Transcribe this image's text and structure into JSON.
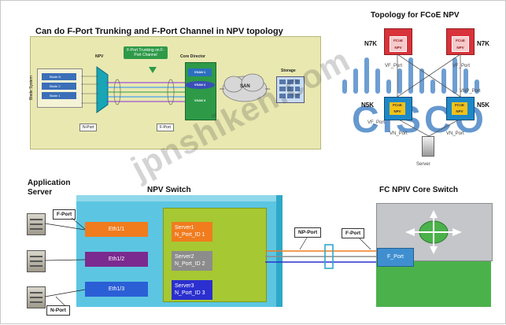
{
  "top_left": {
    "title": "Can do F-Port Trunking and F-Port Channel  in NPV topology",
    "blade_system_label": "Blade System",
    "npv_label": "NPV",
    "blades": [
      "Blade N",
      "Blade 2",
      "Blade 1"
    ],
    "callout": "F-Port Trunking on F-Port Channel",
    "core_director_label": "Core Director",
    "vsans": [
      "VSAN 1",
      "VSAN 2",
      "VSAN 3"
    ],
    "san_label": "SAN",
    "storage_label": "Storage",
    "nport_label": "N-Port",
    "fport_label": "F-Port"
  },
  "top_right": {
    "title": "Topology for FCoE NPV",
    "n7k_left": "N7K",
    "n7k_right": "N7K",
    "fcoe_npv": "FCoE NPV",
    "vf_port_left": "VF_Port",
    "vf_port_right": "VF_Port",
    "vnp_port_right": "VNP_Port",
    "n5k_left": "N5K",
    "n5k_right": "N5K",
    "fcoe_npv_n5k": "FCoE NPV",
    "vf_port_lower_left": "VF_Port",
    "vn_port_left": "VN_Port",
    "vn_port_right": "VN_Port",
    "server_label": "Server",
    "logo": "CISCO"
  },
  "bottom": {
    "app_server_title": "Application Server",
    "npv_switch_title": "NPV Switch",
    "core_switch_title": "FC NPIV Core Switch",
    "fport_tag": "F-Port",
    "nport_tag": "N-Port",
    "np_port_tag": "NP-Port",
    "fport_core_tag": "F-Port",
    "core_fport_box": "F_Port",
    "eth": [
      "Eth1/1",
      "Eth1/2",
      "Eth1/3"
    ],
    "servers": [
      {
        "name": "Server1",
        "id": "N_Port_ID 1"
      },
      {
        "name": "Server2",
        "id": "N_Port_ID 2"
      },
      {
        "name": "Server3",
        "id": "N_Port_ID 3"
      }
    ]
  },
  "watermark": "jpnshiken.com",
  "colors": {
    "eth1": "#f07c1e",
    "eth2": "#7b2a8f",
    "eth3": "#2b5fd6",
    "server1": "#f07c1e",
    "server2": "#8c8c8c",
    "server3": "#2b2fcf",
    "npv_face": "#5cc6e2",
    "npv_green": "#a6c832",
    "core_green": "#4bb14b",
    "n7k_red": "#d8333a",
    "n5k_blue": "#1e88c8",
    "cisco_blue": "#4a86c7"
  }
}
